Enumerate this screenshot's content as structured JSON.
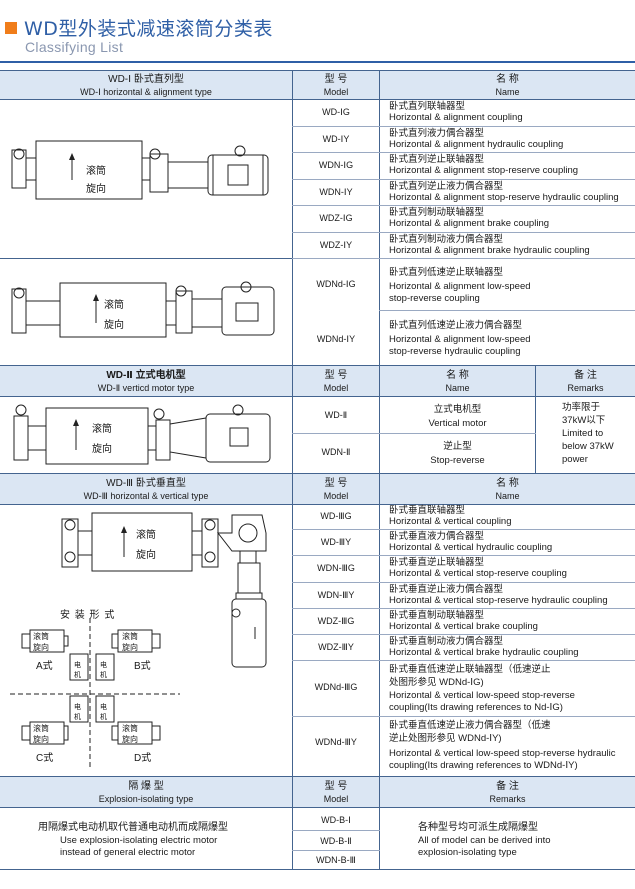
{
  "header": {
    "title": "WD型外装式减速滚筒分类表",
    "subtitle": "Classifying List"
  },
  "col_headers": {
    "model_cn": "型  号",
    "model_en": "Model",
    "name_cn": "名  称",
    "name_en": "Name",
    "remarks_cn": "备  注",
    "remarks_en": "Remarks"
  },
  "drum_label": [
    "滚筒",
    "旋向"
  ],
  "section1": {
    "title_cn": "WD-Ⅰ  卧式直列型",
    "title_en": "WD-Ⅰ  horizontal & alignment type",
    "rows": [
      {
        "model": "WD-ⅠG",
        "cn": "卧式直列联轴器型",
        "en": "Horizontal & alignment coupling"
      },
      {
        "model": "WD-ⅠY",
        "cn": "卧式直列液力偶合器型",
        "en": "Horizontal & alignment hydraulic coupling"
      },
      {
        "model": "WDN-ⅠG",
        "cn": "卧式直列逆止联轴器型",
        "en": "Horizontal & alignment stop-reserve coupling"
      },
      {
        "model": "WDN-ⅠY",
        "cn": "卧式直列逆止液力偶合器型",
        "en": "Horizontal & alignment stop-reserve hydraulic coupling"
      },
      {
        "model": "WDZ-ⅠG",
        "cn": "卧式直列制动联轴器型",
        "en": "Horizontal & alignment brake coupling"
      },
      {
        "model": "WDZ-ⅠY",
        "cn": "卧式直列制动液力偶合器型",
        "en": "Horizontal & alignment brake hydraulic coupling"
      },
      {
        "model": "WDNd-ⅠG",
        "cn": "卧式直列低速逆止联轴器型",
        "en1": "Horizontal & alignment low-speed",
        "en2": "stop-reverse coupling"
      },
      {
        "model": "WDNd-ⅠY",
        "cn": "卧式直列低速逆止液力偶合器型",
        "en1": "Horizontal & alignment low-speed",
        "en2": "stop-reverse hydraulic coupling"
      }
    ]
  },
  "section2": {
    "title_cn": "WD-Ⅱ  立式电机型",
    "title_en": "WD-Ⅱ  verticd motor type",
    "rows": [
      {
        "model": "WD-Ⅱ",
        "cn": "立式电机型",
        "en": "Vertical motor"
      },
      {
        "model": "WDN-Ⅱ",
        "cn": "逆止型",
        "en": "Stop-reverse"
      }
    ],
    "remark": [
      "功率限于",
      "37kW以下",
      "Limited to",
      "below 37kW",
      "power"
    ]
  },
  "section3": {
    "title_cn": "WD-Ⅲ  卧式垂直型",
    "title_en": "WD-Ⅲ  horizontal & vertical type",
    "install_title": "安  装  形  式",
    "install_labels": [
      "A式",
      "B式",
      "C式",
      "D式"
    ],
    "motor_label": "电机",
    "rows": [
      {
        "model": "WD-ⅢG",
        "cn": "卧式垂直联轴器型",
        "en": "Horizontal & vertical coupling"
      },
      {
        "model": "WD-ⅢY",
        "cn": "卧式垂直液力偶合器型",
        "en": "Horizontal & vertical hydraulic coupling"
      },
      {
        "model": "WDN-ⅢG",
        "cn": "卧式垂直逆止联轴器型",
        "en": "Horizontal & vertical stop-reserve coupling"
      },
      {
        "model": "WDN-ⅢY",
        "cn": "卧式垂直逆止液力偶合器型",
        "en": "Horizontal & vertical stop-reserve hydraulic coupling"
      },
      {
        "model": "WDZ-ⅢG",
        "cn": "卧式垂直制动联轴器型",
        "en": "Horizontal & vertical brake coupling"
      },
      {
        "model": "WDZ-ⅢY",
        "cn": "卧式垂直制动液力偶合器型",
        "en": "Horizontal & vertical brake hydraulic coupling"
      },
      {
        "model": "WDNd-ⅢG",
        "cn1": "卧式垂直低速逆止联轴器型（低速逆止",
        "cn2": "处图形参见  WDNd-ⅠG)",
        "en1": "Horizontal & vertical low-speed stop-reverse",
        "en2": "coupling(Its drawing references to         Nd-ⅠG)"
      },
      {
        "model": "WDNd-ⅢY",
        "cn1": "卧式垂直低速逆止液力偶合器型（低速",
        "cn2": "逆止处图形参见  WDNd-ⅠY)",
        "en1": "Horizontal & vertical low-speed stop-reverse hydraulic",
        "en2": "coupling(Its drawing references to   WDNd-ⅠY)"
      }
    ]
  },
  "section4": {
    "title_cn": "隔  爆  型",
    "title_en": "Explosion-isolating type",
    "desc_cn": "用隔爆式电动机取代普通电动机而成隔爆型",
    "desc_en1": "Use explosion-isolating electric motor",
    "desc_en2": "instead of general electric motor",
    "models": [
      "WD-B-Ⅰ",
      "WD-B-Ⅱ",
      "WDN-B-Ⅲ"
    ],
    "remark_cn": "各种型号均可派生成隔爆型",
    "remark_en1": "All of model can be derived into",
    "remark_en2": "explosion-isolating type"
  }
}
